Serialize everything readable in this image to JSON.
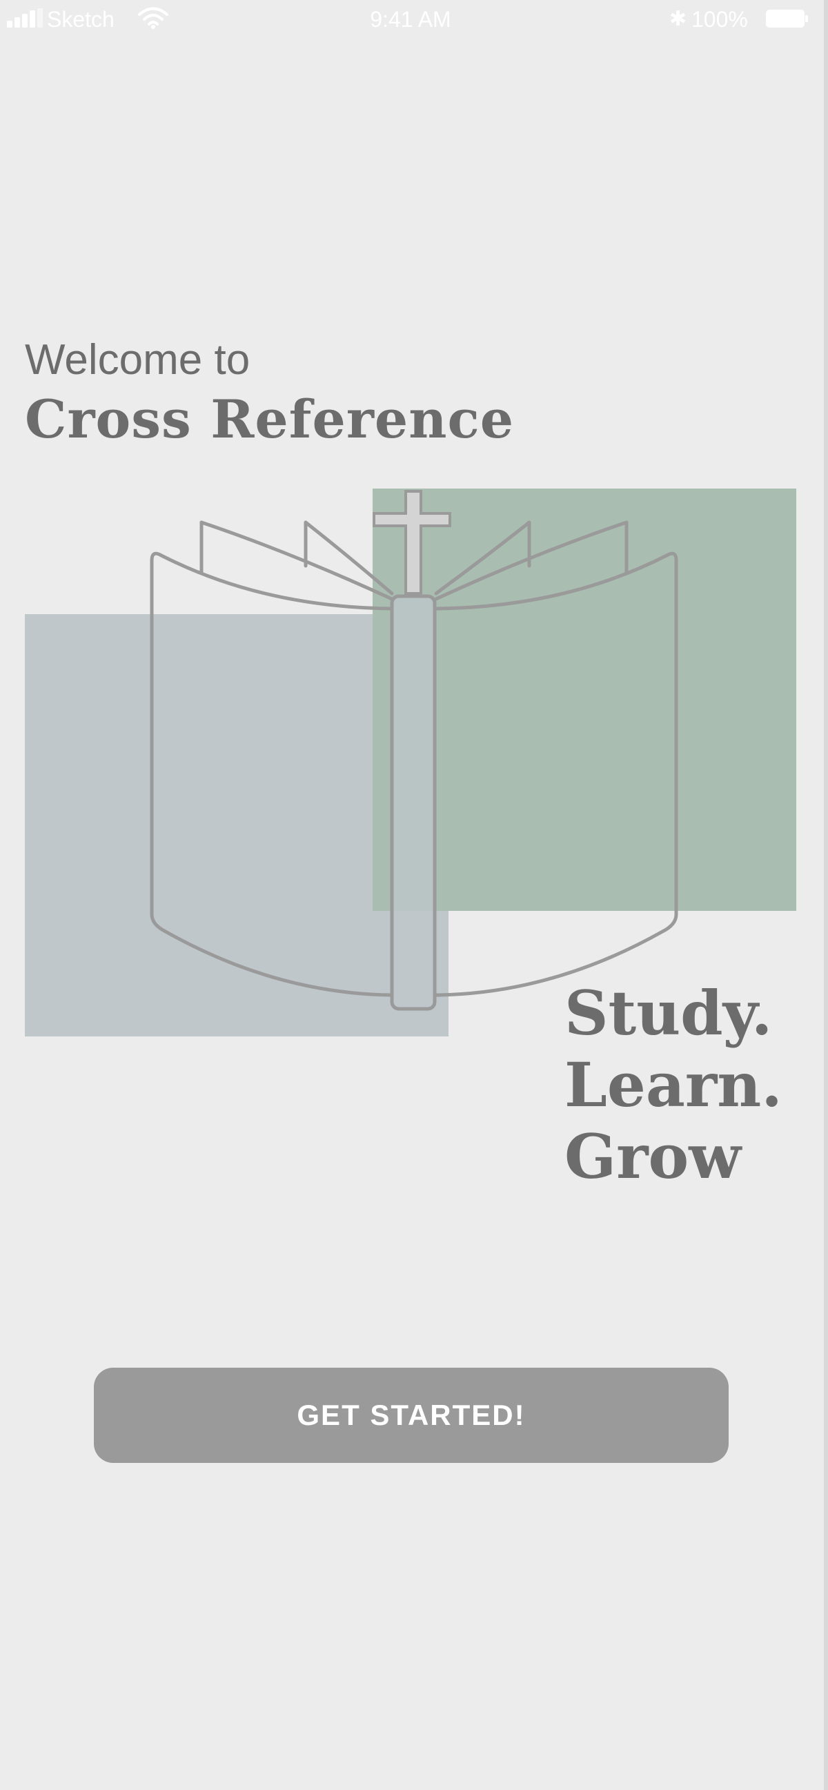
{
  "status_bar": {
    "carrier": "Sketch",
    "time": "9:41 AM",
    "bluetooth_glyph": "✱",
    "battery_percent": "100%",
    "icons": [
      "signal-bars-icon",
      "wifi-icon",
      "bluetooth-icon",
      "battery-icon"
    ]
  },
  "welcome": {
    "intro": "Welcome to",
    "app_name": "Cross Reference"
  },
  "tagline": {
    "lines": [
      "Study.",
      "Learn.",
      "Grow"
    ]
  },
  "cta": {
    "label": "GET STARTED!"
  },
  "colors": {
    "background": "#ececec",
    "text": "#6c6c6c",
    "button": "#9a9a9a",
    "green_square": "#a9bdb1",
    "blue_square": "#bfc7cb",
    "book_stroke": "#9a9a9a"
  }
}
